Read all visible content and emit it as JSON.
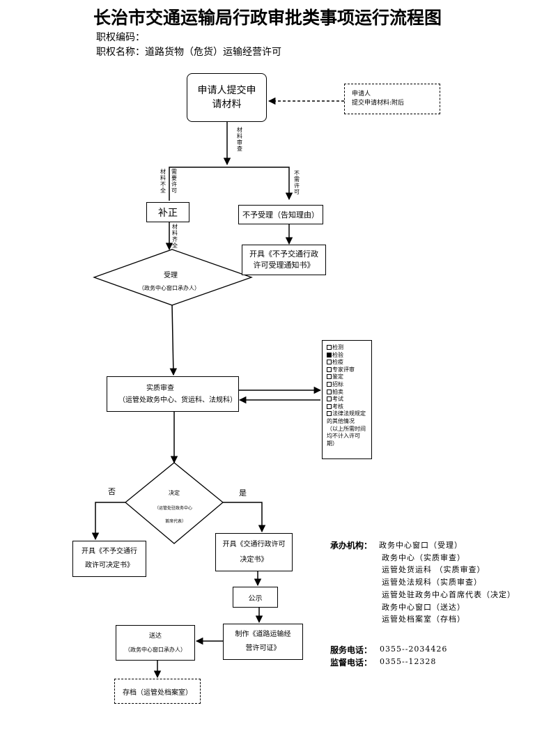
{
  "title": "长治市交通运输局行政审批类事项运行流程图",
  "code_label": "职权编码：",
  "name_label": "职权名称：道路货物（危货）运输经营许可",
  "nodes": {
    "submit": "申请人提交申请材料",
    "applicant_line1": "申请人",
    "applicant_line2": "提交申请材料:附后",
    "supplement": "补正",
    "not_accept": "不予受理（告知理由）",
    "not_accept_notice_l1": "开具《不予交通行政",
    "not_accept_notice_l2": "许可受理通知书》",
    "accept": "受理",
    "accept_sub": "（政务中心窗口承办人）",
    "review": "实质审查",
    "review_sub": "（运管处政务中心、货运科、法规科）",
    "decision": "决定",
    "decision_sub1": "（运管处驻政务中心",
    "decision_sub2": "首席代表）",
    "deny_l1": "开具《不予交通行",
    "deny_l2": "政许可决定书》",
    "grant_l1": "开具《交通行政许可",
    "grant_l2": "决定书》",
    "publicity": "公示",
    "make_l1": "制作《道路运输经",
    "make_l2": "营许可证》",
    "deliver": "送达",
    "deliver_sub": "（政务中心窗口承办人）",
    "archive": "存档（运管处档案室）"
  },
  "edge_labels": {
    "material_review": "材料审查",
    "incomplete": "材料不全",
    "need_permit": "需要许可",
    "no_permit": "不需许可",
    "complete": "材料齐全",
    "no": "否",
    "yes": "是"
  },
  "checklist": [
    {
      "label": "检测",
      "checked": false
    },
    {
      "label": "检验",
      "checked": true
    },
    {
      "label": "检疫",
      "checked": false
    },
    {
      "label": "专家评审",
      "checked": false
    },
    {
      "label": "鉴定",
      "checked": false
    },
    {
      "label": "招标",
      "checked": false
    },
    {
      "label": "拍卖",
      "checked": false
    },
    {
      "label": "考试",
      "checked": false
    },
    {
      "label": "考核",
      "checked": false
    },
    {
      "label": "法律法规规定的其他情况",
      "checked": false
    }
  ],
  "checklist_note": "（以上所需时间均不计入许可期）",
  "agency": {
    "label": "承办机构：",
    "items": [
      "政务中心窗口（受理）",
      "政务中心（实质审查）",
      "运管处货运科 （实质审查）",
      "运管处法规科（实质审查）",
      "运管处驻政务中心首席代表（决定）",
      "政务中心窗口（送达）",
      "运管处档案室（存档）"
    ]
  },
  "service_phone_label": "服务电话：",
  "service_phone": "0355--2034426",
  "supervise_phone_label": "监督电话：",
  "supervise_phone": "0355--12328"
}
